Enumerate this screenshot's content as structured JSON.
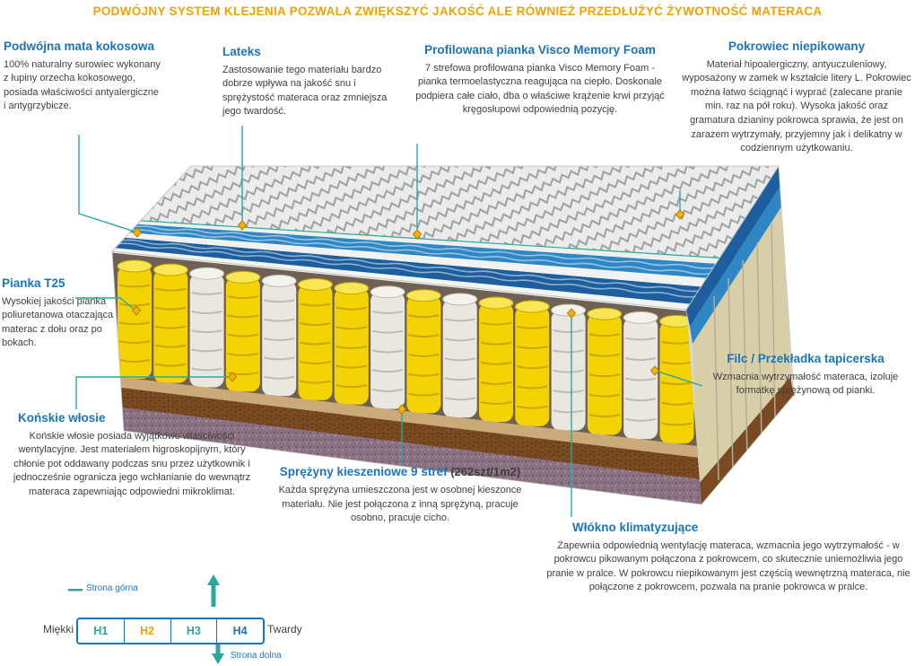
{
  "banner": {
    "text": "PODWÓJNY SYSTEM KLEJENIA POZWALA ZWIĘKSZYĆ JAKOŚĆ ALE RÓWNIEŻ PRZEDŁUŻYĆ ŻYWOTNOŚĆ MATERACA"
  },
  "blocks": {
    "mata": {
      "title": "Podwójna mata kokosowa",
      "body": "100% naturalny surowiec wykonany z łupiny orzecha kokosowego, posiada właściwości antyalergiczne i antygrzybicze."
    },
    "lateks": {
      "title": "Lateks",
      "body": "Zastosowanie tego materiału bardzo dobrze wpływa na jakość snu i sprężystość materaca oraz zmniejsza jego twardość."
    },
    "visco": {
      "title": "Profilowana pianka Visco Memory Foam",
      "body": "7 strefowa profilowana pianka Visco Memory Foam - pianka termoelastyczna reagująca na ciepło. Doskonale podpiera całe ciało, dba o właściwe krążenie krwi przyjąć kręgosłupowi odpowiednią pozycję."
    },
    "pokrowiec": {
      "title": "Pokrowiec niepikowany",
      "body": "Materiał hipoalergiczny, antyuczuleniowy, wyposażony w zamek w kształcie litery L. Pokrowiec można łatwo ściągnąć i wyprać (zalecane pranie min. raz na pół roku). Wysoka jakość oraz gramatura dzianiny pokrowca sprawia, że jest on zarazem wytrzymały, przyjemny jak i delikatny w codziennym użytkowaniu."
    },
    "pianka": {
      "title": "Pianka T25",
      "body": "Wysokiej jakości pianka poliuretanowa otaczająca materac z dołu oraz po bokach."
    },
    "konskie": {
      "title": "Końskie włosie",
      "body": "Końskie włosie posiada wyjątkowe właściwości wentylacyjne. Jest materiałem higroskopijnym, który chłonie pot oddawany podczas snu przez użytkownik i jednocześnie ogranicza jego wchłanianie do wewnątrz materaca zapewniając odpowiedni mikroklimat."
    },
    "sprezyny": {
      "title": "Sprężyny kieszeniowe 9 stref",
      "title_suffix": " (262szt/1m2)",
      "body": "Każda sprężyna umieszczona jest w osobnej kieszonce materiału. Nie jest połączona z inną sprężyną, pracuje osobno, pracuje cicho."
    },
    "filc": {
      "title": "Filc / Przekładka tapicerska",
      "body": "Wzmacnia wytrzymałość materaca, izoluje formatkę sprężynową od pianki."
    },
    "wlokno": {
      "title": "Włókno klimatyzujące",
      "body": "Zapewnia odpowiednią wentylację materaca, wzmacnia jego wytrzymałość - w pokrowcu pikowanym połączona z pokrowcem, co skutecznie uniemożliwia jego pranie w pralce. W pokrowcu niepikowanym jest częścią wewnętrzną materaca, nie połączone z pokrowcem, pozwala na pranie pokrowca w pralce."
    }
  },
  "scale": {
    "upper_label": "Strona górna",
    "lower_label": "Strona dolna",
    "soft_label": "Miękki",
    "hard_label": "Twardy",
    "levels": [
      {
        "label": "H1",
        "color": "#2aa79e"
      },
      {
        "label": "H2",
        "color": "#f0a300"
      },
      {
        "label": "H3",
        "color": "#2aa79e"
      },
      {
        "label": "H4",
        "color": "#1b75bc"
      }
    ]
  },
  "colors": {
    "heading_blue": "#1b75bc",
    "banner_orange": "#f0a300",
    "line_teal": "#2aa79e",
    "diamond_orange": "#f5b301"
  }
}
